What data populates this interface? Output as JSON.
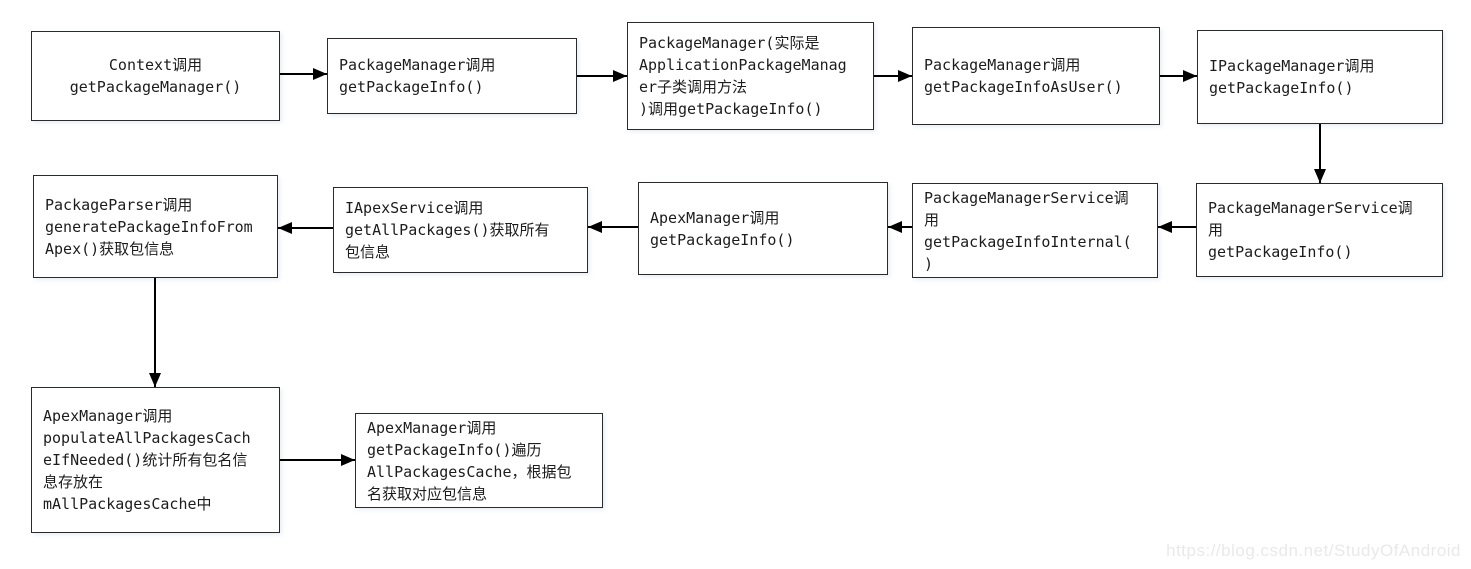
{
  "diagram": {
    "title_hint": "Android PackageManager getPackageInfo call-flow diagram",
    "colors": {
      "background": "#ffffff",
      "node_border": "#2b2b2b",
      "node_text": "#1c1c1c",
      "arrow": "#000000",
      "watermark": "#e9e9e9"
    },
    "nodes": [
      {
        "id": "n1",
        "text": "Context调用\ngetPackageManager()"
      },
      {
        "id": "n2",
        "text": "PackageManager调用\ngetPackageInfo()"
      },
      {
        "id": "n3",
        "text": "PackageManager(实际是\nApplicationPackageManag\ner子类调用方法\n)调用getPackageInfo()"
      },
      {
        "id": "n4",
        "text": "PackageManager调用\ngetPackageInfoAsUser()"
      },
      {
        "id": "n5",
        "text": "IPackageManager调用\ngetPackageInfo()"
      },
      {
        "id": "n6",
        "text": "PackageManagerService调\n用\ngetPackageInfo()"
      },
      {
        "id": "n7",
        "text": "PackageManagerService调\n用\ngetPackageInfoInternal(\n)"
      },
      {
        "id": "n8",
        "text": "ApexManager调用\ngetPackageInfo()"
      },
      {
        "id": "n9",
        "text": "IApexService调用\ngetAllPackages()获取所有\n包信息"
      },
      {
        "id": "n10",
        "text": "PackageParser调用\ngeneratePackageInfoFrom\nApex()获取包信息"
      },
      {
        "id": "n11",
        "text": "ApexManager调用\npopulateAllPackagesCach\neIfNeeded()统计所有包名信\n息存放在\nmAllPackagesCache中"
      },
      {
        "id": "n12",
        "text": "ApexManager调用\ngetPackageInfo()遍历\nAllPackagesCache，根据包\n名获取对应包信息"
      }
    ],
    "edges": [
      {
        "from": "n1",
        "to": "n2",
        "direction": "right"
      },
      {
        "from": "n2",
        "to": "n3",
        "direction": "right"
      },
      {
        "from": "n3",
        "to": "n4",
        "direction": "right"
      },
      {
        "from": "n4",
        "to": "n5",
        "direction": "right"
      },
      {
        "from": "n5",
        "to": "n6",
        "direction": "down"
      },
      {
        "from": "n6",
        "to": "n7",
        "direction": "left"
      },
      {
        "from": "n7",
        "to": "n8",
        "direction": "left"
      },
      {
        "from": "n8",
        "to": "n9",
        "direction": "left"
      },
      {
        "from": "n9",
        "to": "n10",
        "direction": "left"
      },
      {
        "from": "n10",
        "to": "n11",
        "direction": "down"
      },
      {
        "from": "n11",
        "to": "n12",
        "direction": "right"
      }
    ],
    "watermark": "https://blog.csdn.net/StudyOfAndroid"
  }
}
